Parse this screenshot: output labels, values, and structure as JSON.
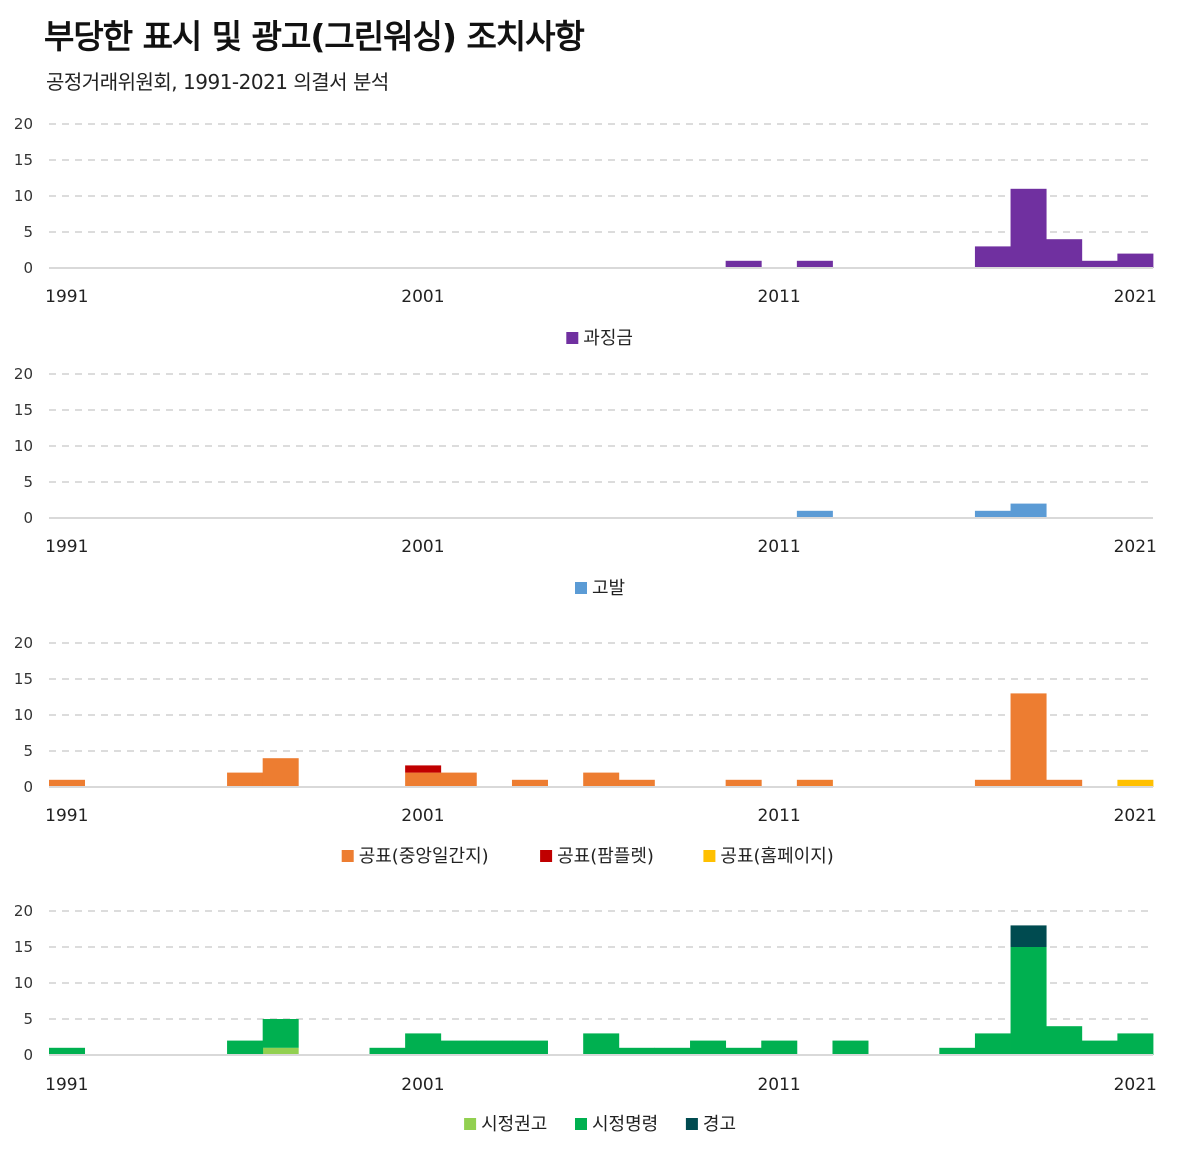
{
  "title": "부당한 표시 및 광고(그린워싱) 조치사항",
  "subtitle": "공정거래위원회, 1991-2021 의결서 분석",
  "chart_data": [
    {
      "type": "bar",
      "stacked": true,
      "x_range": [
        1991,
        2021
      ],
      "x_ticks": [
        "1991",
        "2001",
        "2011",
        "2021"
      ],
      "ylim": [
        0,
        20
      ],
      "y_ticks": [
        "0",
        "5",
        "10",
        "15",
        "20"
      ],
      "grid": "horizontal-dashed",
      "legend_position": "bottom-center",
      "series": [
        {
          "name": "과징금",
          "color": "#7030a0",
          "points": [
            [
              2010,
              1
            ],
            [
              2012,
              1
            ],
            [
              2017,
              3
            ],
            [
              2018,
              11
            ],
            [
              2019,
              4
            ],
            [
              2020,
              1
            ],
            [
              2021,
              2
            ]
          ]
        }
      ]
    },
    {
      "type": "bar",
      "stacked": true,
      "x_range": [
        1991,
        2021
      ],
      "x_ticks": [
        "1991",
        "2001",
        "2011",
        "2021"
      ],
      "ylim": [
        0,
        20
      ],
      "y_ticks": [
        "0",
        "5",
        "10",
        "15",
        "20"
      ],
      "grid": "horizontal-dashed",
      "legend_position": "bottom-center",
      "series": [
        {
          "name": "고발",
          "color": "#5b9bd5",
          "points": [
            [
              2012,
              1
            ],
            [
              2017,
              1
            ],
            [
              2018,
              2
            ]
          ]
        }
      ]
    },
    {
      "type": "bar",
      "stacked": true,
      "x_range": [
        1991,
        2021
      ],
      "x_ticks": [
        "1991",
        "2001",
        "2011",
        "2021"
      ],
      "ylim": [
        0,
        20
      ],
      "y_ticks": [
        "0",
        "5",
        "10",
        "15",
        "20"
      ],
      "grid": "horizontal-dashed",
      "legend_position": "bottom-center",
      "series": [
        {
          "name": "공표(중앙일간지)",
          "color": "#ed7d31",
          "points": [
            [
              1991,
              1
            ],
            [
              1996,
              2
            ],
            [
              1997,
              4
            ],
            [
              2001,
              2
            ],
            [
              2002,
              2
            ],
            [
              2004,
              1
            ],
            [
              2006,
              2
            ],
            [
              2007,
              1
            ],
            [
              2010,
              1
            ],
            [
              2012,
              1
            ],
            [
              2017,
              1
            ],
            [
              2018,
              13
            ],
            [
              2019,
              1
            ]
          ]
        },
        {
          "name": "공표(팜플렛)",
          "color": "#c00000",
          "points": [
            [
              2001,
              1
            ]
          ]
        },
        {
          "name": "공표(홈페이지)",
          "color": "#ffc000",
          "points": [
            [
              2021,
              1
            ]
          ]
        }
      ]
    },
    {
      "type": "bar",
      "stacked": true,
      "x_range": [
        1991,
        2021
      ],
      "x_ticks": [
        "1991",
        "2001",
        "2011",
        "2021"
      ],
      "ylim": [
        0,
        20
      ],
      "y_ticks": [
        "0",
        "5",
        "10",
        "15",
        "20"
      ],
      "grid": "horizontal-dashed",
      "legend_position": "bottom-center",
      "series": [
        {
          "name": "시정권고",
          "color": "#92d050",
          "points": [
            [
              1997,
              1
            ]
          ]
        },
        {
          "name": "시정명령",
          "color": "#00b050",
          "points": [
            [
              1991,
              1
            ],
            [
              1996,
              2
            ],
            [
              1997,
              4
            ],
            [
              2000,
              1
            ],
            [
              2001,
              3
            ],
            [
              2002,
              2
            ],
            [
              2003,
              2
            ],
            [
              2004,
              2
            ],
            [
              2006,
              3
            ],
            [
              2007,
              1
            ],
            [
              2008,
              1
            ],
            [
              2009,
              2
            ],
            [
              2010,
              1
            ],
            [
              2011,
              2
            ],
            [
              2013,
              2
            ],
            [
              2016,
              1
            ],
            [
              2017,
              3
            ],
            [
              2018,
              15
            ],
            [
              2019,
              4
            ],
            [
              2020,
              2
            ],
            [
              2021,
              3
            ]
          ]
        },
        {
          "name": "경고",
          "color": "#004b50",
          "points": [
            [
              2018,
              3
            ]
          ]
        }
      ]
    }
  ]
}
